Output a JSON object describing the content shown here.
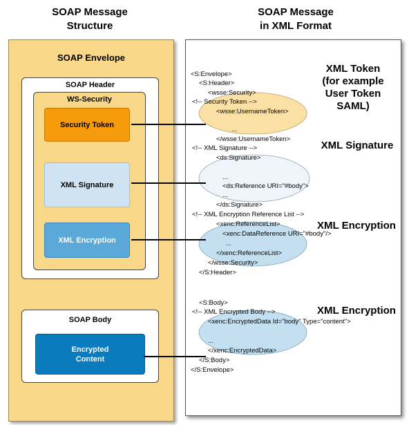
{
  "titles": {
    "left": [
      "SOAP Message",
      "Structure"
    ],
    "right": [
      "SOAP Message",
      "in XML Format"
    ]
  },
  "structure": {
    "envelope": "SOAP Envelope",
    "header": "SOAP Header",
    "ws_security": "WS-Security",
    "security_token": "Security Token",
    "xml_signature": "XML Signature",
    "xml_encryption": "XML Encryption",
    "body": "SOAP Body",
    "encrypted_content": [
      "Encrypted",
      "Content"
    ]
  },
  "xml_lines": [
    "<S:Envelope>",
    "<S:Header>",
    "<wsse:Security>",
    "<!-- Security Token -->",
    "<wsse:UsernameToken>",
    "...",
    "</wsse:UsernameToken>",
    "<!-- XML Signature -->",
    "<ds:Signature>",
    "...",
    "<ds:Reference URI=\"#body\">",
    "...",
    "</ds:Signature>",
    "<!-- XML Encryption Reference List -->",
    "<xenc:ReferenceList>",
    "<xenc:DataReference URI=\"#body\"/>",
    "...",
    "</xenc:ReferenceList>",
    "</wsse:Security>",
    "</S:Header>",
    "<S:Body>",
    "<!-- XML Encrypted Body -->",
    "<xenc:EncryptedData Id=\"body\" Type=\"content\">",
    "...",
    "</xenc:EncryptedData>",
    "</S:Body>",
    "</S:Envelope>"
  ],
  "side_labels": {
    "token": [
      "XML Token",
      "(for example",
      "User Token SAML)"
    ],
    "signature": "XML Signature",
    "encryption1": "XML Encryption",
    "encryption2": "XML Encryption"
  },
  "colors": {
    "envelope": "#f8d888",
    "security_token": "#f59b0b",
    "xml_signature": "#cfe3f3",
    "xml_encryption": "#5aa9d9",
    "encrypted_content": "#0a7bbd",
    "token_ellipse": "#fbe0a6",
    "signature_ellipse": "#eef4fa",
    "encryption_ellipse": "#c4dff0"
  }
}
